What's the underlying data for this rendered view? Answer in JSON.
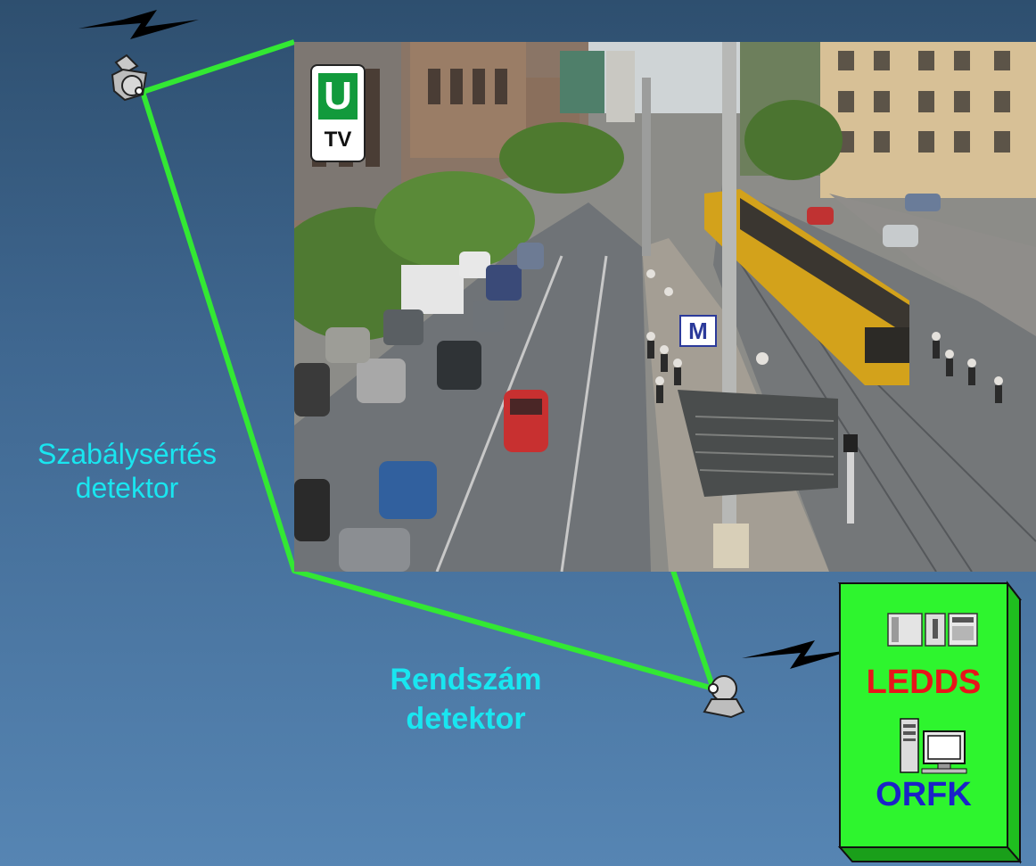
{
  "labels": {
    "violation_detector": "Szabálysértés detektor",
    "violation_detector_line1": "Szabálysértés",
    "violation_detector_line2": "detektor",
    "plate_detector_line1": "Rendszám",
    "plate_detector_line2": "detektor"
  },
  "photo": {
    "logo_top": "U",
    "logo_bottom": "TV",
    "metro_sign": "M"
  },
  "server_box": {
    "system_label": "LEDDS",
    "agency_label": "ORFK"
  },
  "colors": {
    "background_top": "#2e4f6f",
    "background_bottom": "#5685b3",
    "connector_line": "#33e833",
    "label_text": "#19e6f0",
    "box_fill": "#2ef52e",
    "ledds_text": "#e8141a",
    "orfk_text": "#1a22c8"
  },
  "icons": {
    "camera_top": "security-camera-icon",
    "camera_bottom": "security-camera-icon",
    "wireless_top": "wireless-signal-icon",
    "wireless_box": "wireless-signal-icon",
    "server": "server-rack-icon",
    "workstation": "computer-workstation-icon"
  }
}
